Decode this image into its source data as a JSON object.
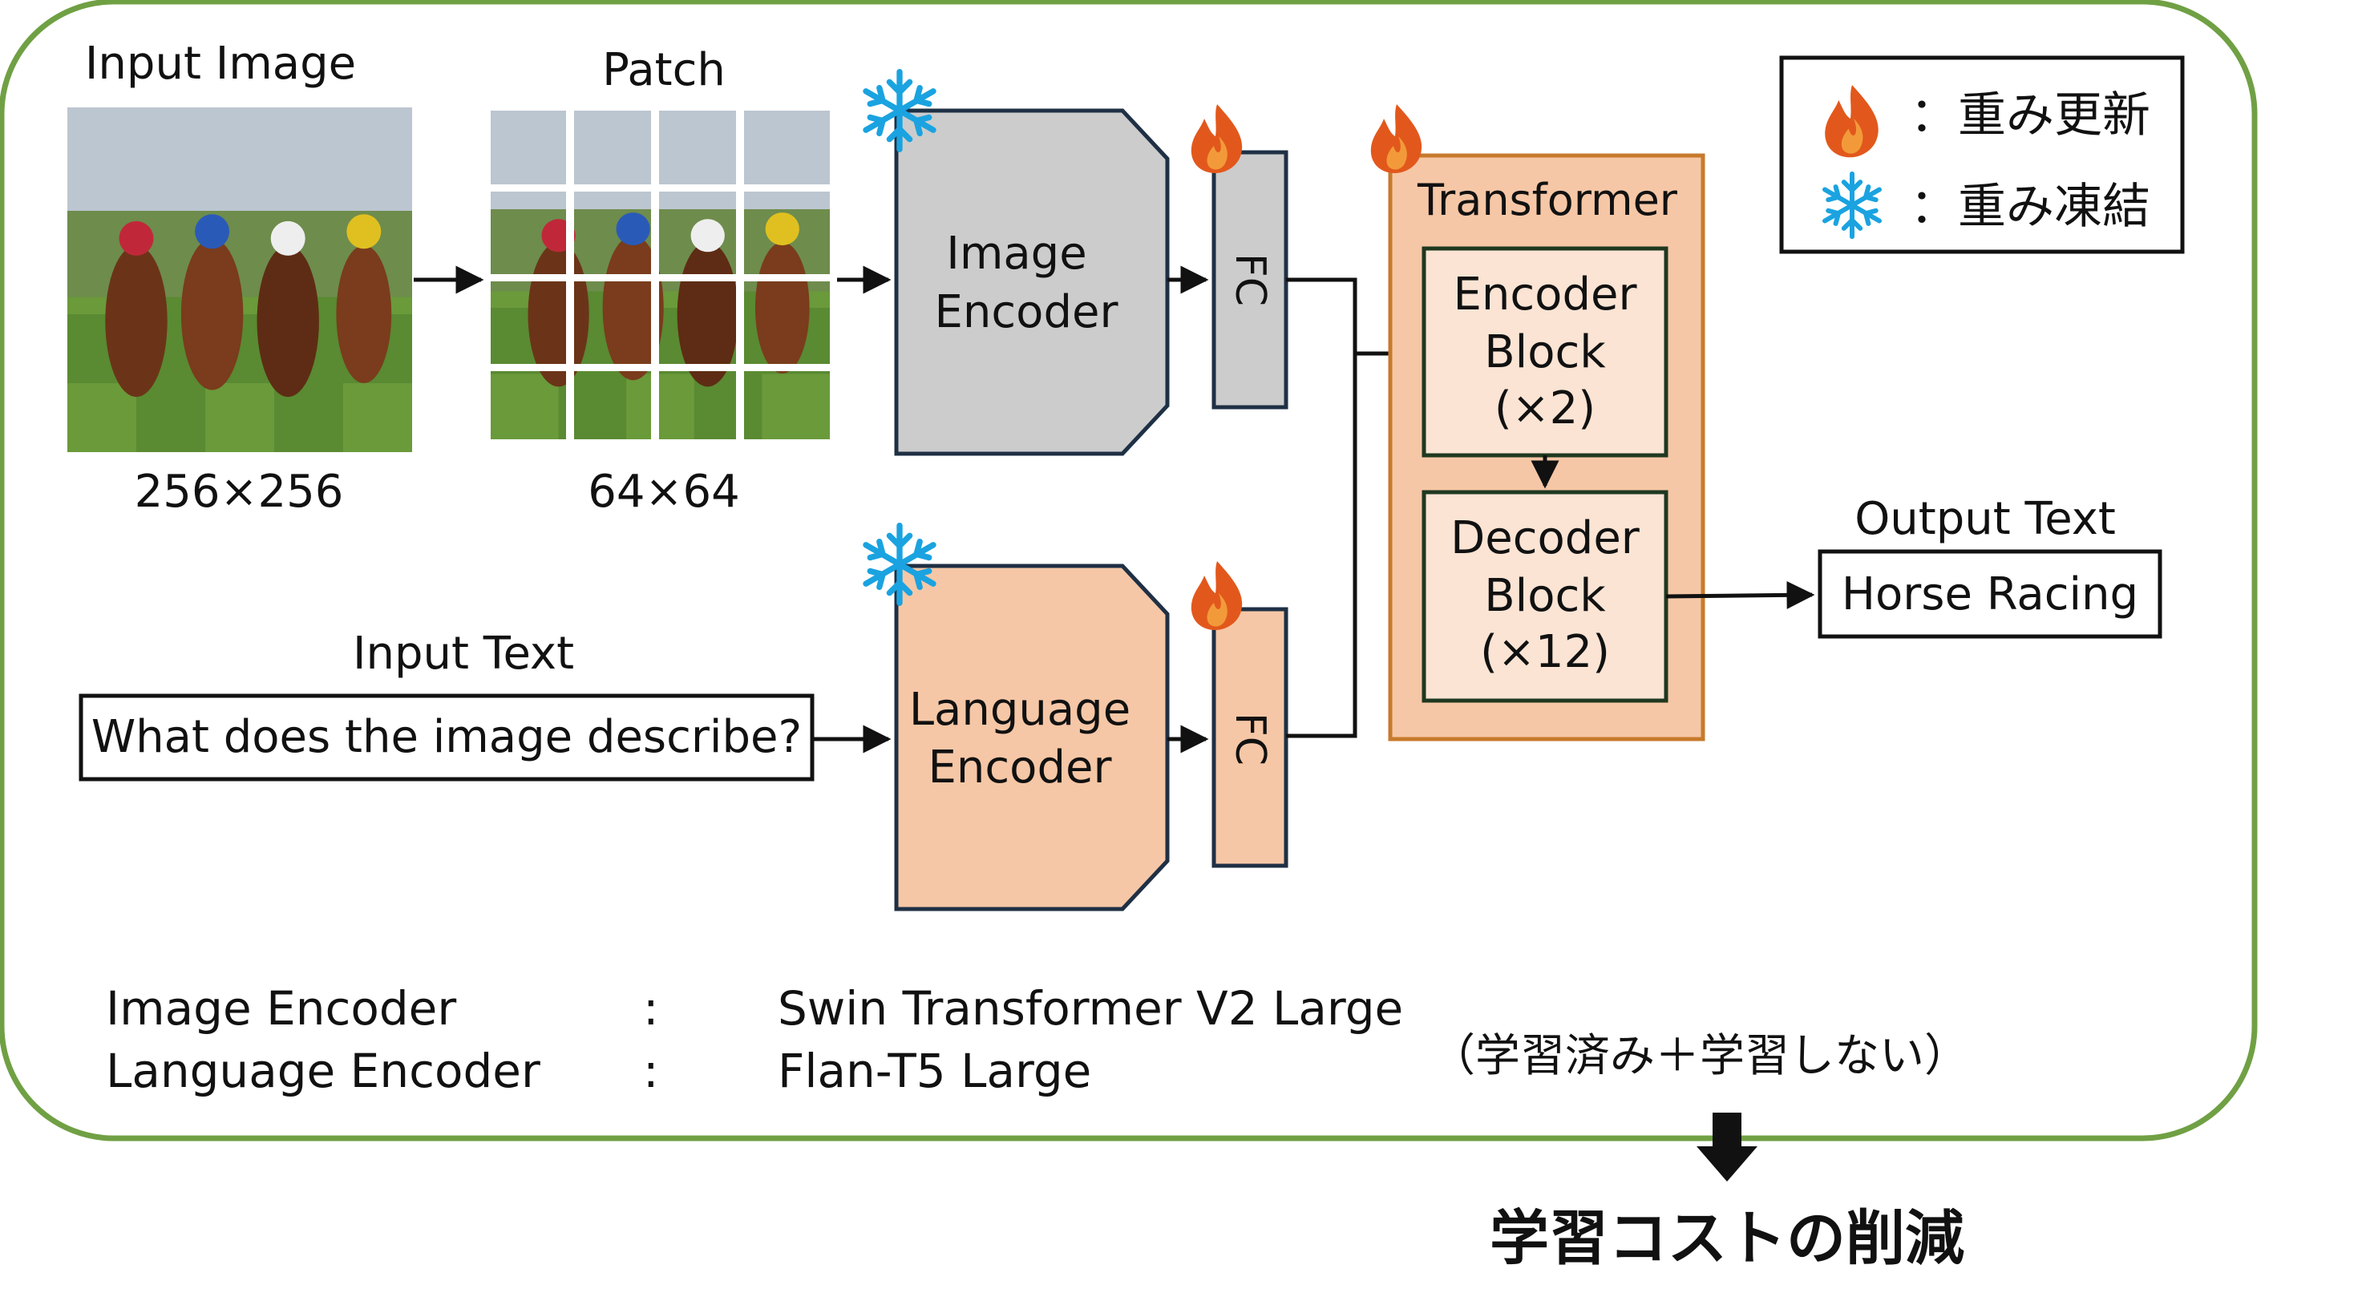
{
  "input_image": {
    "label": "Input Image",
    "size": "256×256"
  },
  "patch": {
    "label": "Patch",
    "size": "64×64"
  },
  "image_encoder": {
    "line1": "Image",
    "line2": "Encoder"
  },
  "language_encoder": {
    "line1": "Language",
    "line2": "Encoder"
  },
  "fc_label": "FC",
  "transformer": {
    "title": "Transformer",
    "encoder_block": {
      "line1": "Encoder",
      "line2": "Block",
      "line3": "(×2)"
    },
    "decoder_block": {
      "line1": "Decoder",
      "line2": "Block",
      "line3": "(×12)"
    }
  },
  "input_text": {
    "label": "Input Text",
    "value": "What does the image describe?"
  },
  "output_text": {
    "label": "Output Text",
    "value": "Horse Racing"
  },
  "legend": {
    "update": "：重み更新",
    "freeze": "：重み凍結"
  },
  "models": [
    {
      "name": "Image Encoder",
      "sep": ":",
      "value": "Swin Transformer V2 Large"
    },
    {
      "name": "Language Encoder",
      "sep": ":",
      "value": "Flan-T5 Large"
    }
  ],
  "note": "（学習済み＋学習しない）",
  "conclusion": "学習コストの削減",
  "colors": {
    "frame": "#70a044",
    "frozen_gray": "#cccccc",
    "orange_fill": "#f6c7a6",
    "block_fill": "#fbe4d4",
    "dark_border": "#1f3045",
    "flame": "#e2581c",
    "snow": "#1aa3e0"
  }
}
